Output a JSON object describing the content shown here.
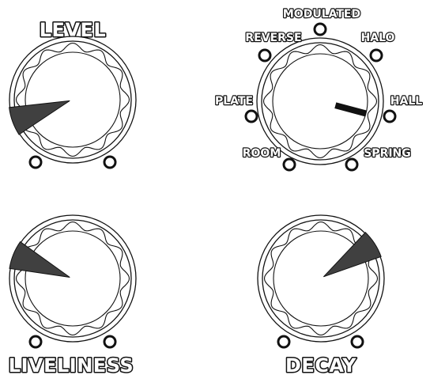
{
  "panel": {
    "colors": {
      "ink": "#111111",
      "pointer": "#404040",
      "face": "#ffffff"
    },
    "knobs": [
      {
        "id": "level",
        "label": "LEVEL",
        "pointer_style": "wedge",
        "pointer_angle_deg": 250,
        "indicator_leds": 2
      },
      {
        "id": "mode",
        "label": "",
        "pointer_style": "bar",
        "pointer_angle_deg": 105,
        "positions": [
          "ROOM",
          "PLATE",
          "REVERSE",
          "MODULATED",
          "HALO",
          "HALL",
          "SPRING"
        ],
        "selected_position": "HALL"
      },
      {
        "id": "liveliness",
        "label": "LIVELINESS",
        "pointer_style": "wedge",
        "pointer_angle_deg": 292,
        "indicator_leds": 2
      },
      {
        "id": "decay",
        "label": "DECAY",
        "pointer_style": "wedge",
        "pointer_angle_deg": 57,
        "indicator_leds": 2
      }
    ]
  }
}
